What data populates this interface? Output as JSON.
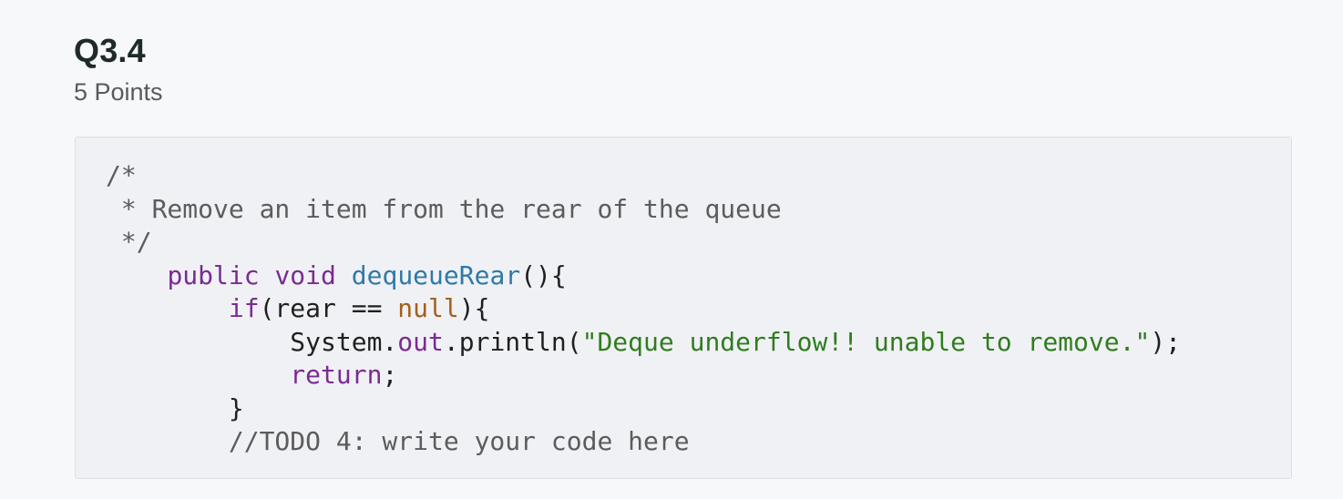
{
  "question": {
    "title": "Q3.4",
    "points": "5 Points"
  },
  "code": {
    "language": "java",
    "colors": {
      "comment": "#5c5c5c",
      "keyword": "#7a2b93",
      "function": "#2f79a6",
      "literal": "#a5601c",
      "string": "#2f7d1e",
      "plain": "#1f1f1f",
      "background": "#f0f1f5"
    },
    "lines": [
      [
        {
          "t": "comment",
          "v": "/*"
        }
      ],
      [
        {
          "t": "comment",
          "v": " * Remove an item from the rear of the queue"
        }
      ],
      [
        {
          "t": "comment",
          "v": " */"
        }
      ],
      [
        {
          "t": "plain",
          "v": "    "
        },
        {
          "t": "keyword",
          "v": "public"
        },
        {
          "t": "plain",
          "v": " "
        },
        {
          "t": "keyword",
          "v": "void"
        },
        {
          "t": "plain",
          "v": " "
        },
        {
          "t": "func",
          "v": "dequeueRear"
        },
        {
          "t": "plain",
          "v": "(){"
        }
      ],
      [
        {
          "t": "plain",
          "v": "        "
        },
        {
          "t": "keyword",
          "v": "if"
        },
        {
          "t": "plain",
          "v": "(rear == "
        },
        {
          "t": "literal",
          "v": "null"
        },
        {
          "t": "plain",
          "v": "){"
        }
      ],
      [
        {
          "t": "plain",
          "v": "            System."
        },
        {
          "t": "keyword",
          "v": "out"
        },
        {
          "t": "plain",
          "v": ".println("
        },
        {
          "t": "string",
          "v": "\"Deque underflow!! unable to remove.\""
        },
        {
          "t": "plain",
          "v": ");"
        }
      ],
      [
        {
          "t": "plain",
          "v": "            "
        },
        {
          "t": "keyword",
          "v": "return"
        },
        {
          "t": "plain",
          "v": ";"
        }
      ],
      [
        {
          "t": "plain",
          "v": "        }"
        }
      ],
      [
        {
          "t": "plain",
          "v": "        "
        },
        {
          "t": "comment",
          "v": "//TODO 4: write your code here"
        }
      ]
    ]
  }
}
